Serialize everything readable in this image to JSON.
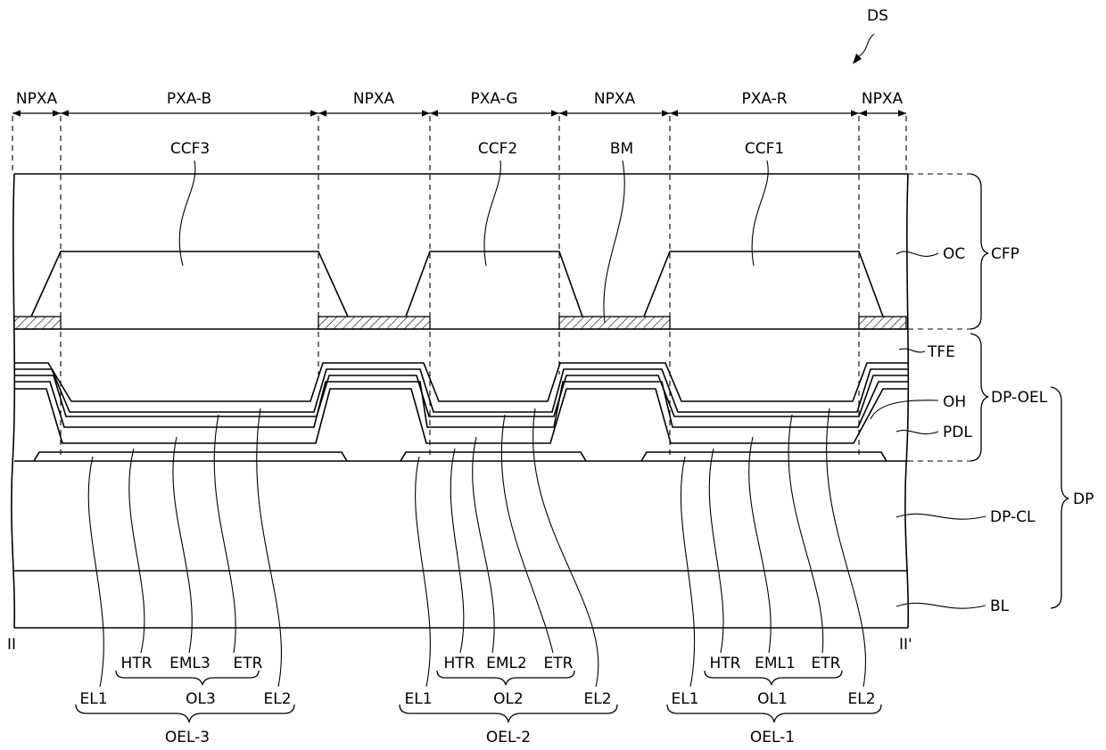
{
  "figure_label": "DS",
  "regions": [
    "NPXA",
    "PXA-B",
    "NPXA",
    "PXA-G",
    "NPXA",
    "PXA-R",
    "NPXA"
  ],
  "filters": {
    "ccf3": "CCF3",
    "ccf2": "CCF2",
    "bm": "BM",
    "ccf1": "CCF1"
  },
  "layers": {
    "oc": "OC",
    "tfe": "TFE",
    "oh": "OH",
    "pdl": "PDL",
    "dpcl": "DP-CL",
    "bl": "BL"
  },
  "braces": {
    "cfp": "CFP",
    "dpoel": "DP-OEL",
    "dp": "DP"
  },
  "section": {
    "left": "II",
    "right": "II'"
  },
  "elements": [
    {
      "htr": "HTR",
      "eml": "EML3",
      "etr": "ETR",
      "ol": "OL3",
      "el1": "EL1",
      "el2": "EL2",
      "oel": "OEL-3"
    },
    {
      "htr": "HTR",
      "eml": "EML2",
      "etr": "ETR",
      "ol": "OL2",
      "el1": "EL1",
      "el2": "EL2",
      "oel": "OEL-2"
    },
    {
      "htr": "HTR",
      "eml": "EML1",
      "etr": "ETR",
      "ol": "OL1",
      "el1": "EL1",
      "el2": "EL2",
      "oel": "OEL-1"
    }
  ],
  "colors": {
    "line": "#000000",
    "background": "#ffffff"
  }
}
